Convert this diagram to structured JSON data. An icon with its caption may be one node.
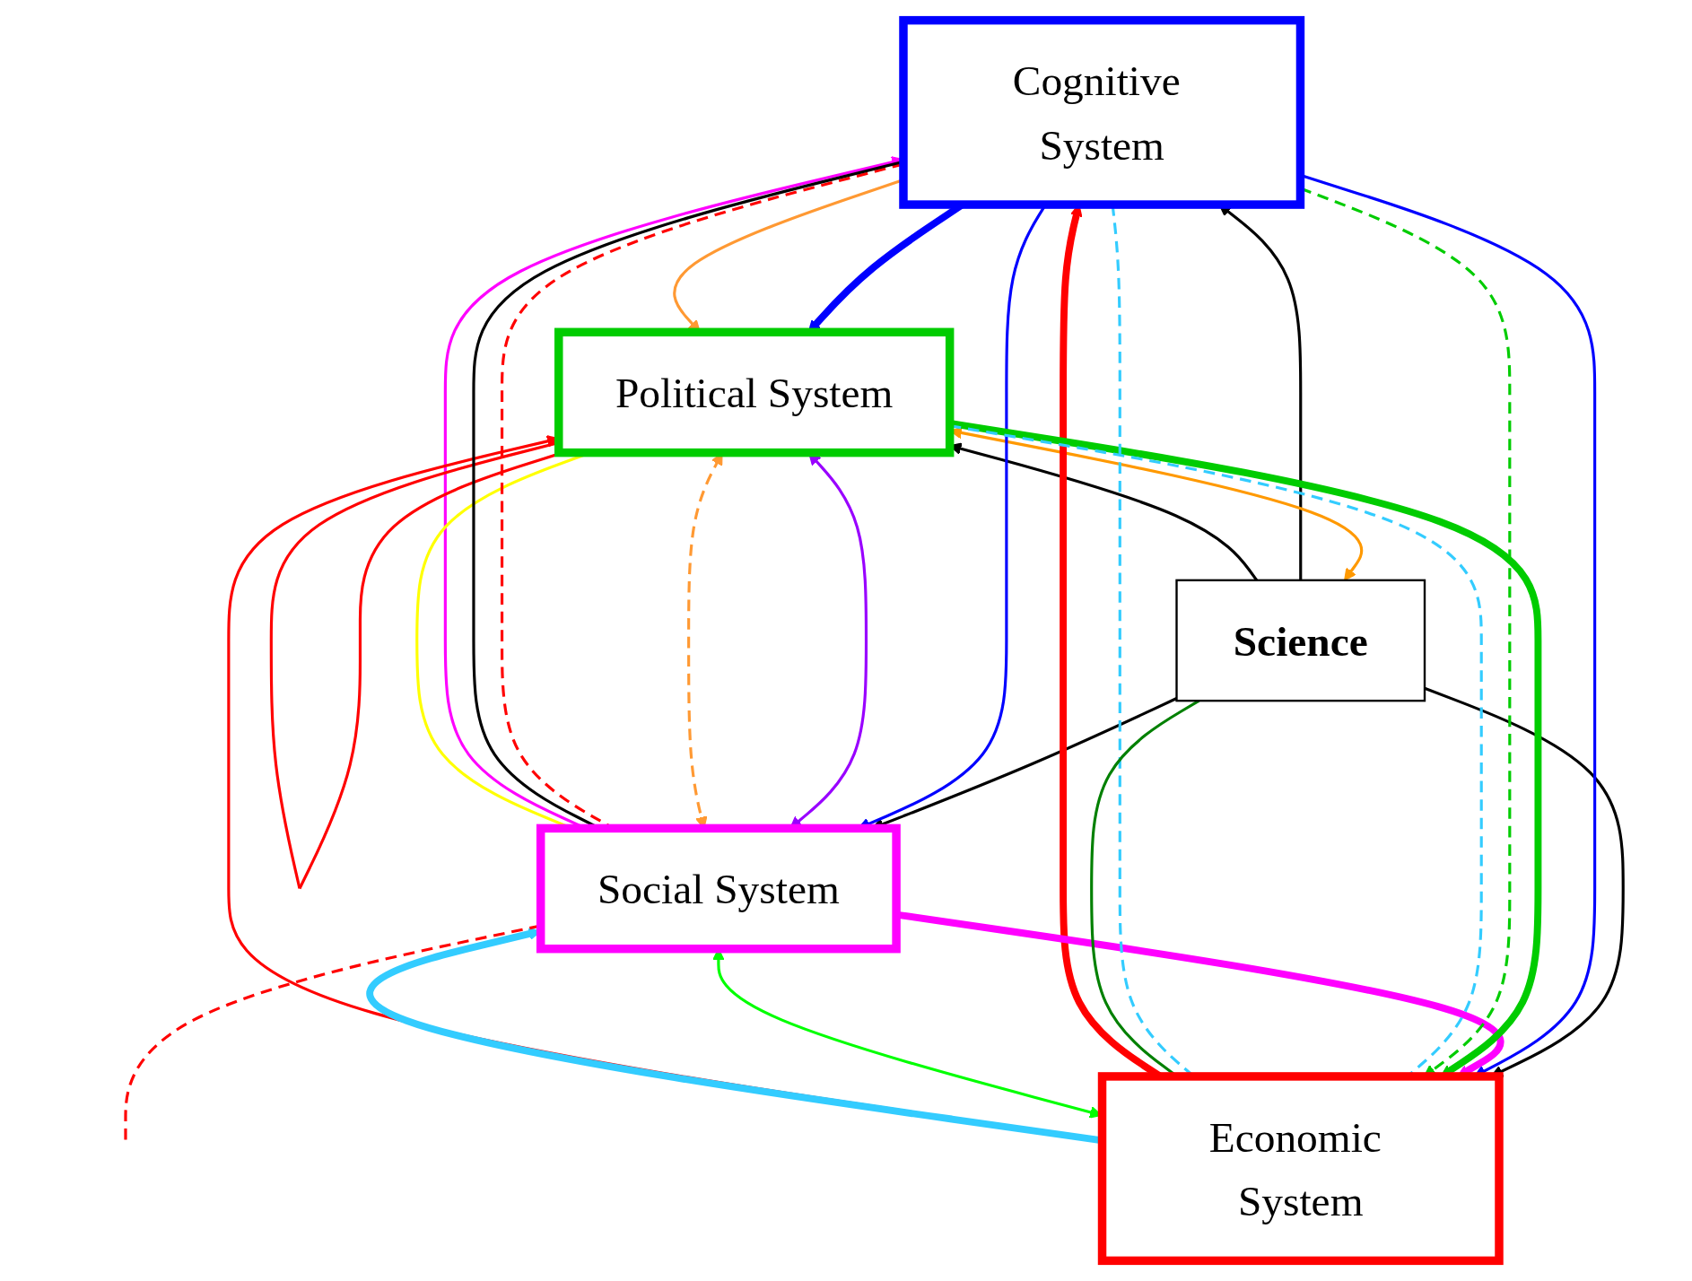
{
  "diagram": {
    "nodes": [
      {
        "text": [
          "Cognitive System"
        ]
      },
      {
        "text": [
          "Political System"
        ]
      },
      {
        "text": [
          "Science"
        ]
      },
      {
        "text": [
          "Social System"
        ]
      },
      {
        "text": [
          "Economic System"
        ]
      }
    ],
    "edges": [
      {
        "from": 2,
        "to": 0,
        "arrow": "to"
      },
      {
        "from": 2,
        "to": 1,
        "arrow": "to"
      },
      {
        "from": 2,
        "to": 3,
        "arrow": "to"
      },
      {
        "from": 2,
        "to": 4,
        "arrow": "to"
      },
      {
        "from": 1,
        "to": 2,
        "arrow": "both",
        "color": "#ff9900"
      },
      {
        "from": 0,
        "to": 1,
        "arrow": "to",
        "style": "thick",
        "color": "#0000ff"
      },
      {
        "from": 0,
        "to": 3,
        "arrow": "to",
        "color": "#0000ff"
      },
      {
        "from": 0,
        "to": 4,
        "arrow": "to",
        "color": "#0000ff"
      },
      {
        "from": 1,
        "to": 3,
        "arrow": "both",
        "color": "#9900ff"
      },
      {
        "from": 4,
        "to": 0,
        "arrow": "to",
        "style": "thick",
        "color": "#ff0000"
      },
      {
        "from": 3,
        "to": 0,
        "arrow": "to",
        "color": "#ff00ff"
      },
      {
        "from": 3,
        "to": 4,
        "arrow": "to",
        "style": "thick",
        "color": "#ff00ff"
      },
      {
        "from": 4,
        "to": 3,
        "arrow": "both",
        "color": "#00ff00"
      },
      {
        "from": 1,
        "to": 4,
        "arrow": "to",
        "style": "thick",
        "color": "#00cc00"
      },
      {
        "from": 4,
        "to": 1,
        "arrow": "to",
        "color": "#ff0000"
      },
      {
        "from": 1,
        "to": 3,
        "arrow": "both",
        "style": "dashed",
        "color": "#ff9933"
      },
      {
        "from": 0,
        "to": 1,
        "arrow": "to",
        "color": "#ff9933"
      },
      {
        "from": 4,
        "to": 3,
        "arrow": "to",
        "style": "thick",
        "color": "#33ccff"
      },
      {
        "from": 0,
        "to": 4,
        "arrow": "to",
        "style": "dashed",
        "color": "#00cc00"
      },
      {
        "from": 3,
        "to": 1,
        "arrow": "none",
        "color": "#ffff00"
      },
      {
        "from": 1,
        "to": 1,
        "arrow": "none",
        "color": "#ff0000"
      },
      {
        "from": 1,
        "to": 4,
        "arrow": "none",
        "style": "dashed",
        "color": "#33ccff"
      },
      {
        "from": 0,
        "to": 4,
        "arrow": "none",
        "style": "dashed",
        "color": "#33ccff"
      },
      {
        "from": 0,
        "to": 3,
        "arrow": "none",
        "style": "dashed",
        "color": "#ff0000"
      },
      {
        "from": 3,
        "to": null,
        "arrow": "none",
        "style": "dashed",
        "color": "#ff0000"
      },
      {
        "from": 2,
        "to": 4,
        "arrow": "none",
        "color": "#008000"
      },
      {
        "from": 0,
        "to": 3,
        "arrow": "none"
      }
    ]
  }
}
